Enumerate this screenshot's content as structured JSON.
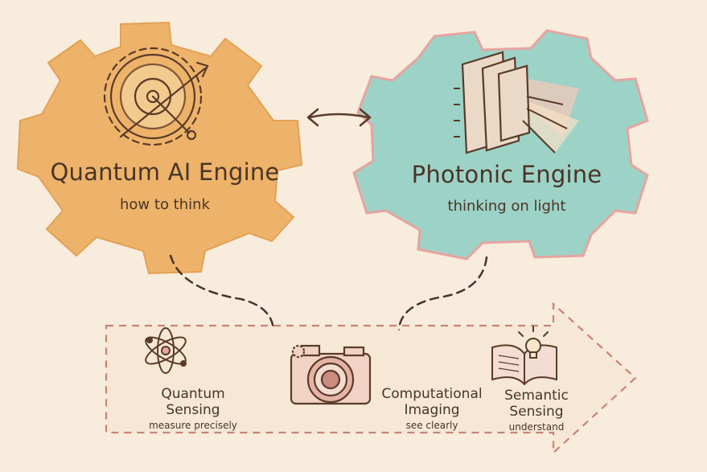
{
  "engines": {
    "quantum": {
      "title": "Quantum AI Engine",
      "subtitle": "how to think",
      "icon": "quantum-gear-icon",
      "color": "#edb36a"
    },
    "photonic": {
      "title": "Photonic Engine",
      "subtitle": "thinking on light",
      "icon": "photonic-prism-icon",
      "color": "#9dd2c7"
    }
  },
  "pipeline": {
    "stages": [
      {
        "title_line1": "Quantum",
        "title_line2": "Sensing",
        "subtitle": "measure precisely",
        "icon": "atom-icon"
      },
      {
        "title_line1": "Computational",
        "title_line2": "Imaging",
        "subtitle": "see clearly",
        "icon": "camera-icon"
      },
      {
        "title_line1": "Semantic",
        "title_line2": "Sensing",
        "subtitle": "understand",
        "icon": "book-lightbulb-icon"
      }
    ]
  },
  "colors": {
    "background": "#f8ecdc",
    "ink": "#4a3426",
    "quantum": "#edb36a",
    "photonic": "#9dd2c7",
    "accent": "#c9827a"
  }
}
